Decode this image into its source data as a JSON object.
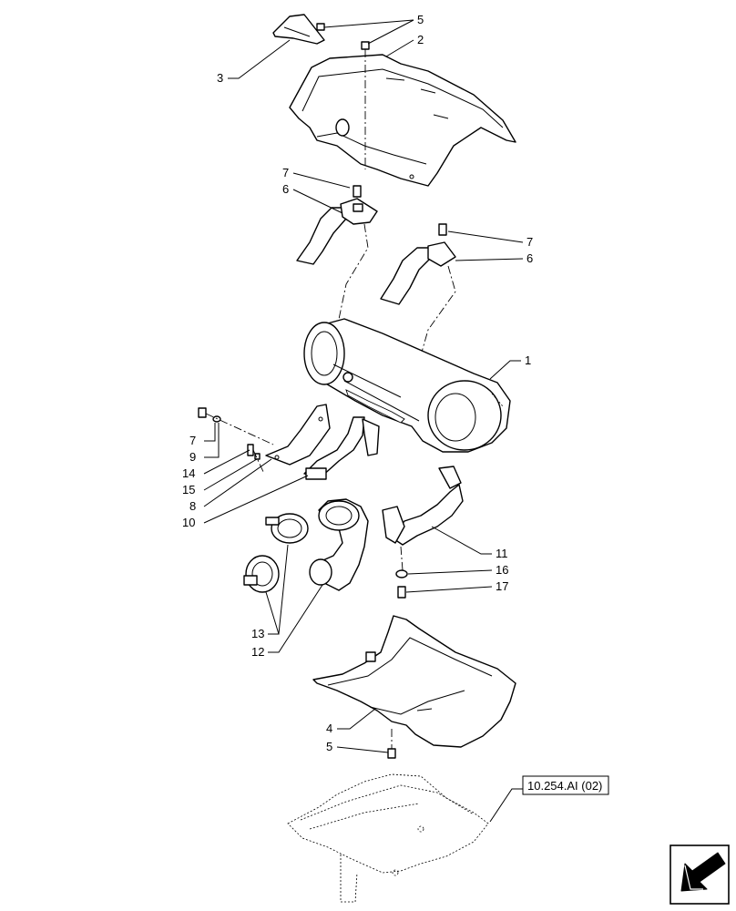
{
  "callouts": {
    "c1": "1",
    "c2": "2",
    "c3": "3",
    "c4": "4",
    "c5_top": "5",
    "c5_bottom": "5",
    "c6_left": "6",
    "c6_right": "6",
    "c7_left_top": "7",
    "c7_right": "7",
    "c7_left_lower": "7",
    "c8": "8",
    "c9": "9",
    "c10": "10",
    "c11": "11",
    "c12": "12",
    "c13": "13",
    "c14": "14",
    "c15": "15",
    "c16": "16",
    "c17": "17"
  },
  "reference": {
    "label": "10.254.AI (02)"
  },
  "nav": {
    "icon": "arrow-down-left-icon"
  }
}
